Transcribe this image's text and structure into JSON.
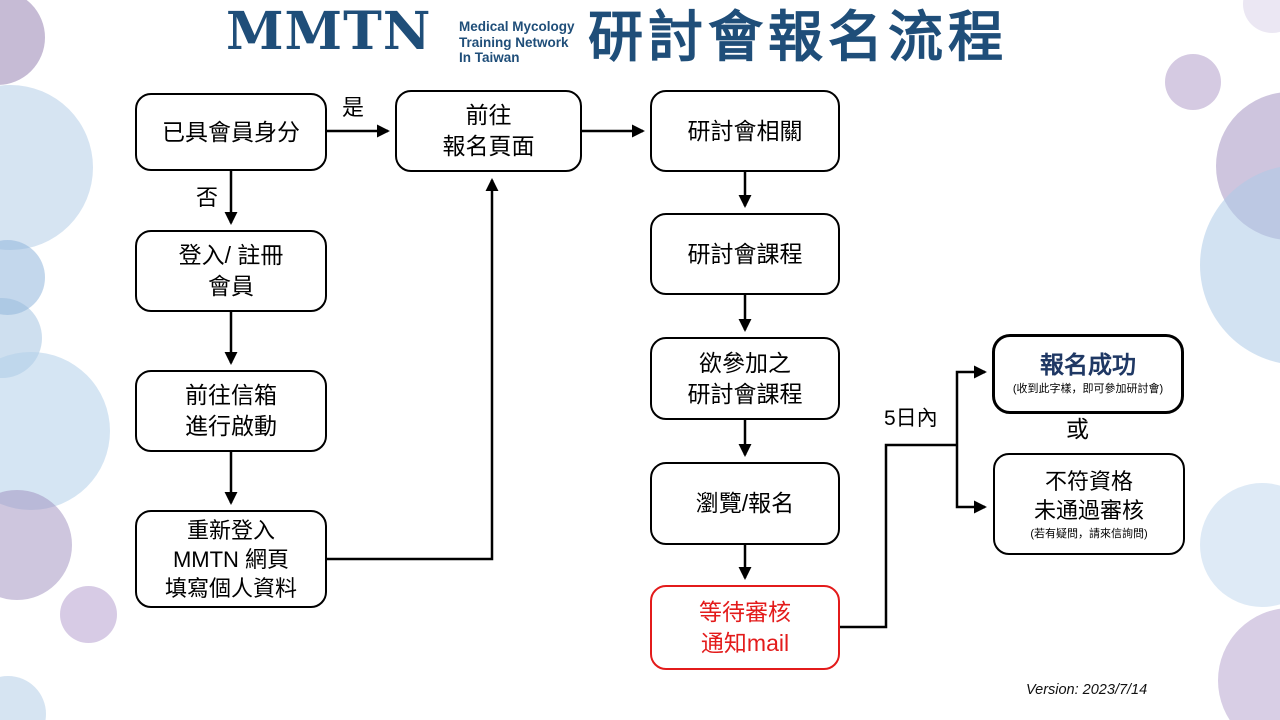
{
  "logo": {
    "acronym": "MMTN",
    "tagline": [
      "Medical Mycology",
      "Training Network",
      "In Taiwan"
    ]
  },
  "title": {
    "text": "研討會報名流程"
  },
  "colors": {
    "brand_blue": "#1F4E79",
    "alert_red": "#E31B1B",
    "success_navy": "#1F3864",
    "line_black": "#000000"
  },
  "nodes": {
    "member_check": {
      "lines": [
        "已具會員身分"
      ]
    },
    "login_register": {
      "lines": [
        "登入/ 註冊",
        "會員"
      ]
    },
    "mailbox_activate": {
      "lines": [
        "前往信箱",
        "進行啟動"
      ]
    },
    "relogin_fill_profile": {
      "lines": [
        "重新登入",
        "MMTN 網頁",
        "填寫個人資料"
      ]
    },
    "goto_registration_page": {
      "lines": [
        "前往",
        "報名頁面"
      ]
    },
    "seminar_related": {
      "lines": [
        "研討會相關"
      ]
    },
    "seminar_courses": {
      "lines": [
        "研討會課程"
      ]
    },
    "course_to_join": {
      "lines": [
        "欲參加之",
        "研討會課程"
      ]
    },
    "browse_register": {
      "lines": [
        "瀏覽/報名"
      ]
    },
    "wait_review_mail": {
      "lines": [
        "等待審核",
        "通知mail"
      ]
    },
    "register_success": {
      "title": "報名成功",
      "note": "(收到此字樣，即可參加研討會)"
    },
    "not_qualified": {
      "lines": [
        "不符資格",
        "未通過審核"
      ],
      "note": "(若有疑問，請來信詢問)"
    }
  },
  "edge_labels": {
    "yes": "是",
    "no": "否",
    "within_5_days": "5日內",
    "or": "或"
  },
  "footer": {
    "version": "Version: 2023/7/14"
  }
}
